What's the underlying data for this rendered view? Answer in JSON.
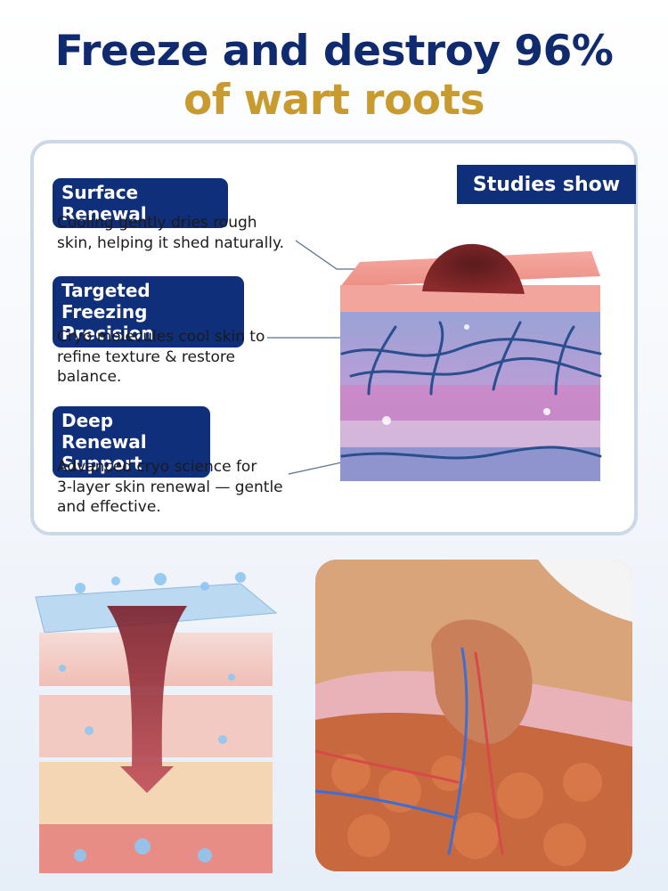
{
  "headline": {
    "line1": "Freeze and destroy 96%",
    "line2": "of wart roots"
  },
  "card": {
    "badge": "Studies show",
    "features": [
      {
        "title_line1": "Surface Renewal",
        "title_line2": "",
        "desc_line1": "Cooling gently dries rough",
        "desc_line2": "skin, helping it shed naturally.",
        "desc_line3": ""
      },
      {
        "title_line1": "Targeted Freezing",
        "title_line2": "Precision",
        "desc_line1": "Cryo molecules cool skin to",
        "desc_line2": "refine texture & restore",
        "desc_line3": "balance."
      },
      {
        "title_line1": "Deep Renewal",
        "title_line2": "Support",
        "desc_line1": "Advanced cryo science for",
        "desc_line2": "3-layer skin renewal — gentle",
        "desc_line3": "and effective."
      }
    ]
  },
  "colors": {
    "navy": "#0f2a6e",
    "gold": "#c99a2e",
    "pill": "#102f7a"
  },
  "icons": [
    "skin-layer-cross-section-illustration",
    "cryo-spray-skin-illustration",
    "wart-close-up-illustration"
  ]
}
